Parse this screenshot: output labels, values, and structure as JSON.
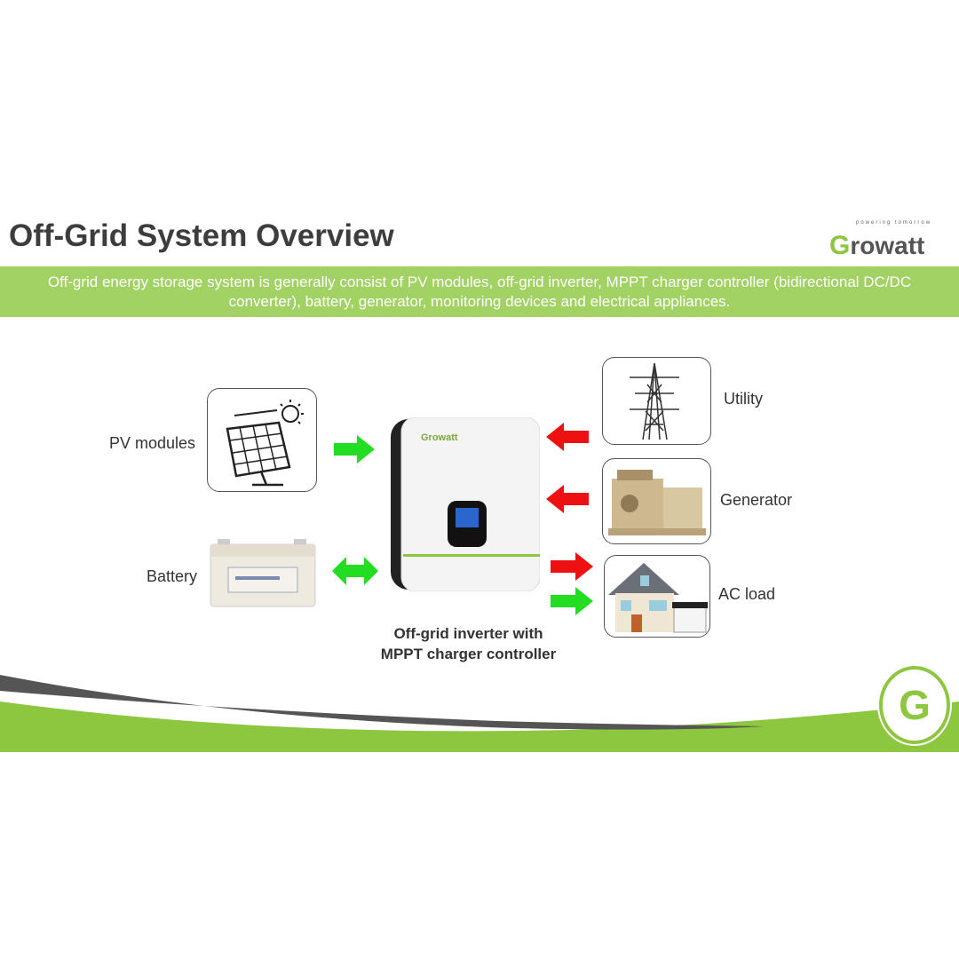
{
  "title": "Off-Grid System Overview",
  "logo": {
    "text": "Growatt",
    "tagline": "powering tomorrow"
  },
  "banner": {
    "line1": "Off-grid energy storage system is generally consist of PV modules, off-grid inverter, MPPT charger controller (bidirectional DC/DC",
    "line2": "converter), battery, generator, monitoring devices and electrical appliances."
  },
  "components": {
    "pv": "PV modules",
    "battery": "Battery",
    "utility": "Utility",
    "generator": "Generator",
    "ac_load": "AC load"
  },
  "inverter": {
    "brand": "Growatt",
    "caption_line1": "Off-grid inverter with",
    "caption_line2": "MPPT charger controller"
  },
  "colors": {
    "green": "#a2d164",
    "arrow_green": "#22dd22",
    "arrow_red": "#ee1111",
    "title": "#3d3d3d"
  }
}
